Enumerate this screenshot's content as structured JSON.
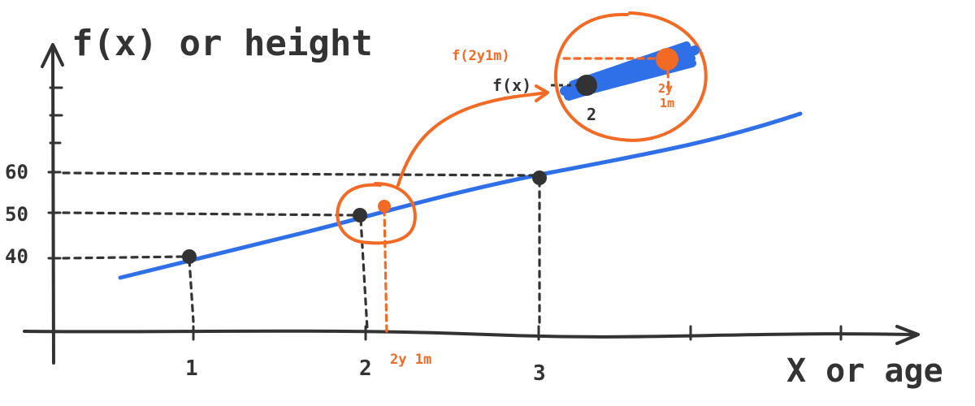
{
  "y_axis_label": "f(x) or height",
  "x_axis_label": "X or age",
  "y_ticks": [
    "60",
    "50",
    "40"
  ],
  "x_ticks": [
    "1",
    "2",
    "3"
  ],
  "annotations": {
    "small_step_label": "2y 1m",
    "zoom_upper_label": "f(2y1m)",
    "zoom_fx_label": "f(x)",
    "zoom_x_label": "2",
    "zoom_step_label_line1": "2y",
    "zoom_step_label_line2": "1m"
  },
  "colors": {
    "curve": "#2f6fe8",
    "highlight": "#f26a24",
    "ink": "#333333"
  }
}
